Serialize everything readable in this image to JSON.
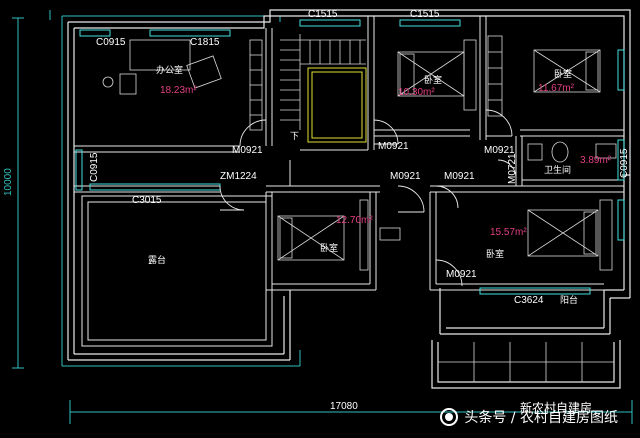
{
  "dimensions": {
    "overall_width": "17080",
    "overall_depth": "10000"
  },
  "windows": {
    "c0915_office": "C0915",
    "c1815_office": "C1815",
    "c1515_stair": "C1515",
    "c1515_bed1": "C1515",
    "c0915_left": "C0915",
    "c0915_right": "C0915",
    "c3015": "C3015",
    "c3624": "C3624"
  },
  "doors": {
    "m0921_office": "M0921",
    "m0921_bed1": "M0921",
    "m0921_bed2": "M0921",
    "m0921_mid_left": "M0921",
    "m0921_mid_right": "M0921",
    "m0921_bed4": "M0921",
    "m0721": "M0721",
    "zm1224": "ZM1224"
  },
  "rooms": {
    "office": {
      "name": "办公室",
      "area": "18.23m²"
    },
    "bedroom1": {
      "name": "卧室",
      "area": "10.30m²"
    },
    "bedroom2": {
      "name": "卧室",
      "area": "11.67m²"
    },
    "bathroom": {
      "name": "卫生间",
      "area": "3.89m²"
    },
    "bedroom3": {
      "name": "卧室",
      "area": "12.70m²"
    },
    "bedroom4": {
      "name": "卧室",
      "area": "15.57m²"
    },
    "terrace": {
      "name": "露台"
    },
    "balcony": {
      "name": "阳台"
    }
  },
  "stair_label": "下",
  "watermark": "头条号 / 农村自建房图纸",
  "watermark_brand": "新农村自建房",
  "colors": {
    "background": "#000000",
    "wall": "#e8e8e8",
    "dim_line": "#30c0c0",
    "stair": "#e0e030",
    "furniture": "#d8d8d8",
    "area_text": "#e04080",
    "window": "#40e0e0"
  }
}
